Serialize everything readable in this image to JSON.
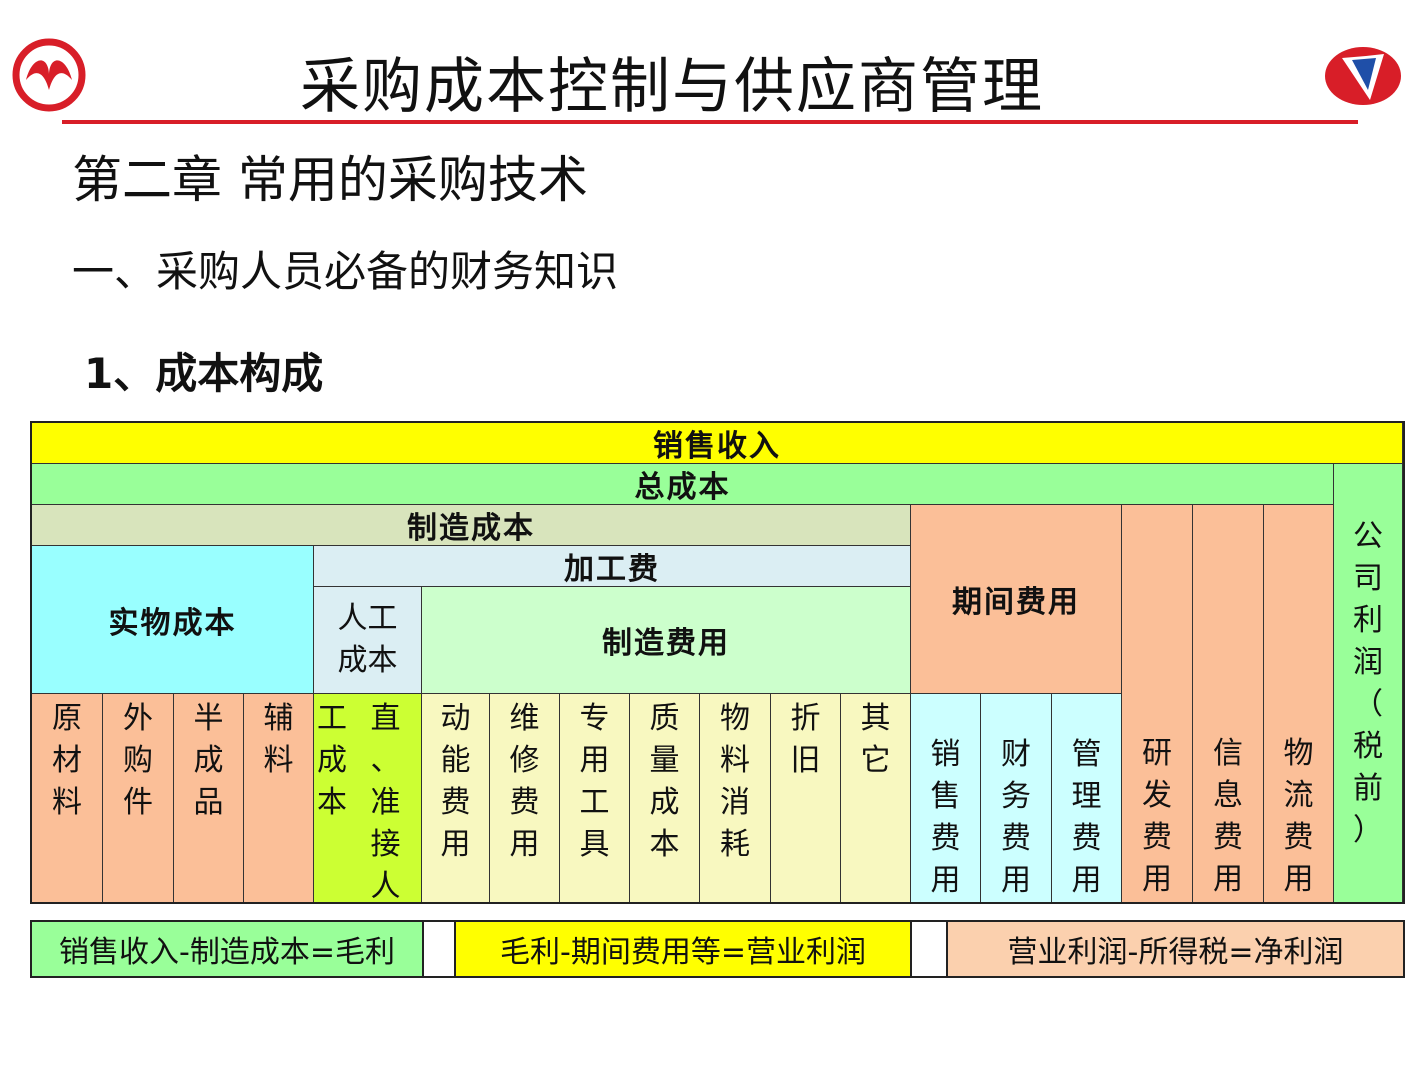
{
  "header": {
    "title": "采购成本控制与供应商管理",
    "left_logo": "dongfeng-logo-icon",
    "right_logo": "company-logo-icon",
    "accent_color": "#d81e28"
  },
  "chapter": "第二章  常用的采购技术",
  "section": "一、采购人员必备的财务知识",
  "subsection": "1、成本构成",
  "table": {
    "sales_revenue": "销售收入",
    "total_cost": "总成本",
    "manufacturing_cost": "制造成本",
    "physical_cost": "实物成本",
    "processing_fee": "加工费",
    "labor_cost": "人工成本",
    "manufacturing_expense": "制造费用",
    "period_expense": "期间费用",
    "company_profit": "公司利润（税前）",
    "columns": {
      "raw_material": "原材料",
      "purchased_parts": "外购件",
      "semi_finished": "半成品",
      "auxiliary": "辅料",
      "labor_a": "工成本",
      "labor_b": "直、准接人",
      "power": "动能费用",
      "repair": "维修费用",
      "special_tools": "专用工具",
      "quality_cost": "质量成本",
      "material_consumption": "物料消耗",
      "depreciation": "折旧",
      "other": "其它",
      "sales_expense": "销售费用",
      "financial_expense": "财务费用",
      "admin_expense": "管理费用",
      "rd_expense": "研发费用",
      "info_expense": "信息费用",
      "logistics_expense": "物流费用"
    }
  },
  "formulas": [
    "销售收入-制造成本=毛利",
    "毛利-期间费用等=营业利润",
    "营业利润-所得税=净利润"
  ],
  "colors": {
    "yellow": "#ffff00",
    "green": "#99ff99",
    "khaki": "#d8e4bc",
    "cyan": "#99ffff",
    "peach": "#fbbf98",
    "lime": "#ccff33"
  }
}
